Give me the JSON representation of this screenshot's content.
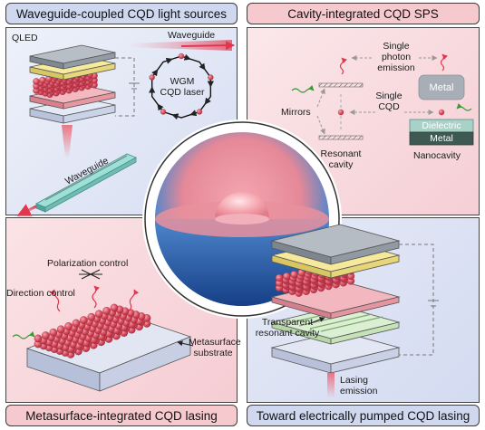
{
  "banners": {
    "top_left": "Waveguide-coupled CQD light sources",
    "top_right": "Cavity-integrated CQD SPS",
    "bottom_left": "Metasurface-integrated CQD lasing",
    "bottom_right": "Toward electrically pumped CQD lasing"
  },
  "top_left": {
    "qled": "QLED",
    "waveguide_top": "Waveguide",
    "wgm_line1": "WGM",
    "wgm_line2": "CQD laser",
    "waveguide_bottom": "Waveguide"
  },
  "top_right": {
    "single_photon_1": "Single",
    "single_photon_2": "photon",
    "single_photon_3": "emission",
    "metal_top": "Metal",
    "mirrors": "Mirrors",
    "single_cqd_1": "Single",
    "single_cqd_2": "CQD",
    "dielectric": "Dielectric",
    "metal_bottom": "Metal",
    "resonant_1": "Resonant",
    "resonant_2": "cavity",
    "nanocavity": "Nanocavity"
  },
  "bottom_left": {
    "polarization": "Polarization control",
    "direction": "Direction control",
    "metasurface_1": "Metasurface",
    "metasurface_2": "substrate"
  },
  "bottom_right": {
    "transparent_1": "Transparent",
    "transparent_2": "resonant cavity",
    "lasing_1": "Lasing",
    "lasing_2": "emission"
  },
  "colors": {
    "panel_blue": "#dde3f3",
    "panel_pink": "#f8d8dc",
    "dot_red": "#d84a5c",
    "waveguide_teal": "#7fd0c8",
    "metal_gray": "#9aa3ad",
    "dielectric_teal": "#9fc9c0"
  }
}
